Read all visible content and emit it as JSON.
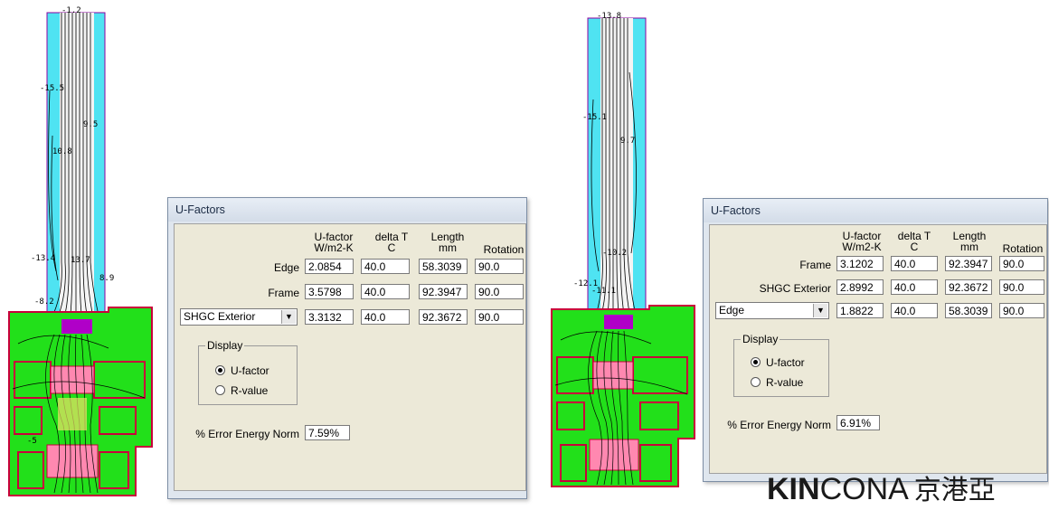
{
  "left": {
    "sim_labels": {
      "t1": "-1.2",
      "t2": "-15.5",
      "t3": "10.8",
      "t4": "9.5",
      "t5": "-13.4",
      "t6": "13.7",
      "t7": "8.9",
      "t8": "-8.2",
      "t9": "-5"
    },
    "window": {
      "title": "U-Factors",
      "headers": {
        "ufactor": "U-factor",
        "ufactor_unit": "W/m2-K",
        "delta": "delta T",
        "delta_unit": "C",
        "length": "Length",
        "length_unit": "mm",
        "rotation": "Rotation"
      },
      "rows": [
        {
          "label": "Edge",
          "ufactor": "2.0854",
          "delta": "40.0",
          "length": "58.3039",
          "rotation": "90.0"
        },
        {
          "label": "Frame",
          "ufactor": "3.5798",
          "delta": "40.0",
          "length": "92.3947",
          "rotation": "90.0"
        },
        {
          "label": "SHGC Exterior",
          "ufactor": "3.3132",
          "delta": "40.0",
          "length": "92.3672",
          "rotation": "90.0"
        }
      ],
      "display_label": "Display",
      "radio_u": "U-factor",
      "radio_r": "R-value",
      "error_label": "% Error Energy Norm",
      "error_value": "7.59%"
    }
  },
  "right": {
    "sim_labels": {
      "t1": "-13.8",
      "t2": "-15.1",
      "t3": "9.7",
      "t4": "-10.2",
      "t5": "-12.1",
      "t6": "-11.1"
    },
    "window": {
      "title": "U-Factors",
      "headers": {
        "ufactor": "U-factor",
        "ufactor_unit": "W/m2-K",
        "delta": "delta T",
        "delta_unit": "C",
        "length": "Length",
        "length_unit": "mm",
        "rotation": "Rotation"
      },
      "rows": [
        {
          "label": "Frame",
          "ufactor": "3.1202",
          "delta": "40.0",
          "length": "92.3947",
          "rotation": "90.0"
        },
        {
          "label": "SHGC Exterior",
          "ufactor": "2.8992",
          "delta": "40.0",
          "length": "92.3672",
          "rotation": "90.0"
        },
        {
          "label": "Edge",
          "ufactor": "1.8822",
          "delta": "40.0",
          "length": "58.3039",
          "rotation": "90.0"
        }
      ],
      "display_label": "Display",
      "radio_u": "U-factor",
      "radio_r": "R-value",
      "error_label": "% Error Energy Norm",
      "error_value": "6.91%"
    }
  },
  "brand": {
    "part1": "KIN",
    "part2": "CONA",
    "part3": "京港亞"
  },
  "colors": {
    "glass": "#4fe3f2",
    "frame": "#22e01a",
    "outline": "#c8003a",
    "gasket": "#b000c8",
    "isotherm": "#000000"
  }
}
